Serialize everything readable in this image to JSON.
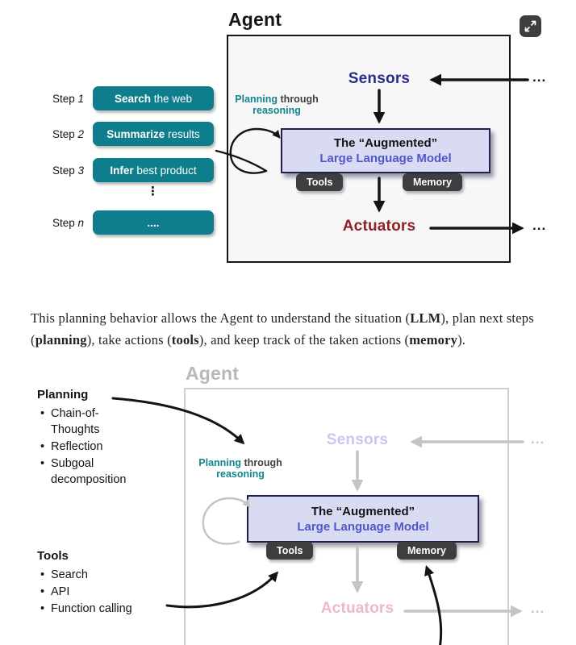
{
  "figure1": {
    "title": "Agent",
    "steps": [
      {
        "label": "Step",
        "num": "1",
        "bold": "Search",
        "rest": " the web"
      },
      {
        "label": "Step",
        "num": "2",
        "bold": "Summarize",
        "rest": " results"
      },
      {
        "label": "Step",
        "num": "3",
        "bold": "Infer",
        "rest": " best product"
      },
      {
        "label": "Step",
        "num": "n",
        "bold": "....",
        "rest": ""
      }
    ],
    "dots_vertical": "⋮",
    "sensors_label": "Sensors",
    "actuators_label": "Actuators",
    "llm_line1": "The “Augmented”",
    "llm_line2": "Large Language Model",
    "tools_tab": "Tools",
    "memory_tab": "Memory",
    "planning_teal1": "Planning",
    "planning_gray": " through",
    "planning_teal2": "reasoning",
    "ellipsis_top": "...",
    "ellipsis_bottom": "..."
  },
  "paragraph": {
    "seg1": "This planning behavior allows the Agent to understand the situation (",
    "b1": "LLM",
    "seg2": "), plan next steps (",
    "b2": "planning",
    "seg3": "), take actions (",
    "b3": "tools",
    "seg4": "), and keep track of the taken actions (",
    "b4": "memory",
    "seg5": ")."
  },
  "figure2": {
    "title": "Agent",
    "planning_heading": "Planning",
    "planning_items": [
      "Chain-of-Thoughts",
      "Reflection",
      "Subgoal decomposition"
    ],
    "tools_heading": "Tools",
    "tools_items": [
      "Search",
      "API",
      "Function calling"
    ],
    "sensors_label": "Sensors",
    "actuators_label": "Actuators",
    "llm_line1": "The “Augmented”",
    "llm_line2": "Large Language Model",
    "tools_tab": "Tools",
    "memory_tab": "Memory",
    "planning_teal1": "Planning",
    "planning_gray": " through",
    "planning_teal2": "reasoning",
    "ellipsis_top": "...",
    "ellipsis_bottom": "..."
  },
  "colors": {
    "teal_button": "#0f7e8c",
    "teal_text": "#12858e",
    "sensors_navy": "#2b2b8c",
    "actuators_red": "#8e2026",
    "llm_bg": "#d9dbf3",
    "llm_subtitle_blue": "#5157c9",
    "tab_dark": "#3e3e3e",
    "faded_sensors": "#c9c6ee",
    "faded_actuators": "#eeb9c3",
    "faded_arrow_gray": "#c4c4c4"
  }
}
